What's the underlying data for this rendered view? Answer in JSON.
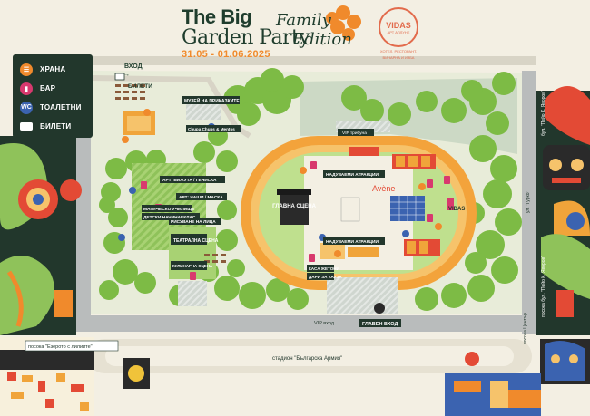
{
  "title": {
    "line1": "The Big",
    "line2": "Garden Party",
    "family": "Family",
    "edition": "Edition",
    "dates": "31.05 - 01.06.2025"
  },
  "sponsor": {
    "name": "VIDAS",
    "sub": "АРТ АЛЛУНЕ",
    "tagline_1": "ХОТЕЛ, РЕСТОРАНТ,",
    "tagline_2": "ВИНАРНА И ИЗБА"
  },
  "legend": [
    {
      "label": "ХРАНА",
      "icon": "burger-icon",
      "color": "#f08a2c",
      "glyph": "☰"
    },
    {
      "label": "БАР",
      "icon": "drink-icon",
      "color": "#d8396e",
      "glyph": "▮"
    },
    {
      "label": "ТОАЛЕТНИ",
      "icon": "wc-icon",
      "color": "#3b63b0",
      "glyph": "WC"
    },
    {
      "label": "БИЛЕТИ",
      "icon": "ticket-icon",
      "color": "#ffffff",
      "glyph": "▬"
    }
  ],
  "labels": {
    "entrance": "ВХОД",
    "tickets_top": "БИЛЕТИ",
    "museum": "МУЗЕЙ НА ПРИКАЗКИТЕ",
    "chupa": "Chupa Chups & Mentos",
    "vip_tribune": "VIP трибуна",
    "rides_top": "НАДУВАЕМИ АТРАКЦИИ",
    "rides_bottom": "НАДУВАЕМИ АТРАКЦИИ",
    "main_stage": "ГЛАВНА СЦЕНА",
    "art_jewelry": "АРТ: БИЖУТА / ГЕНИСКА",
    "art_hats": "АРТ: ЧАШИ / МАСКА",
    "magic_school": "МАГИЧЕСКО УЧИЛИЩЕ",
    "kids_science": "ДЕТСКИ НАЧИНАЕКЛАС",
    "face_paint": "РИСУВАНЕ НА ЛИЦА",
    "theatre_stage": "ТЕАТРАЛНА СЦЕНА",
    "culinary_stage": "КУЛИНАРНА СЦЕНА",
    "token_desk": "КАСА ЖЕТОНИ",
    "donations": "ДАРИ ЗА КАУЗА",
    "vip_entrance": "VIP вход",
    "main_entrance": "ГЛАВЕН ВХОД",
    "vidas_booth": "VIDAS",
    "avene": "Avène",
    "lake_direction": "посока \"Езерото с лилиите\"",
    "stadium": "стадион \"Българска Армия\"",
    "center_direction": "посока Център",
    "peyo_direction": "посока бул. \"Пейо К. Яворов\"",
    "street_1": "ул. \"Гурко\"",
    "street_2": "бул. \"Пейо К. Яворов\""
  }
}
